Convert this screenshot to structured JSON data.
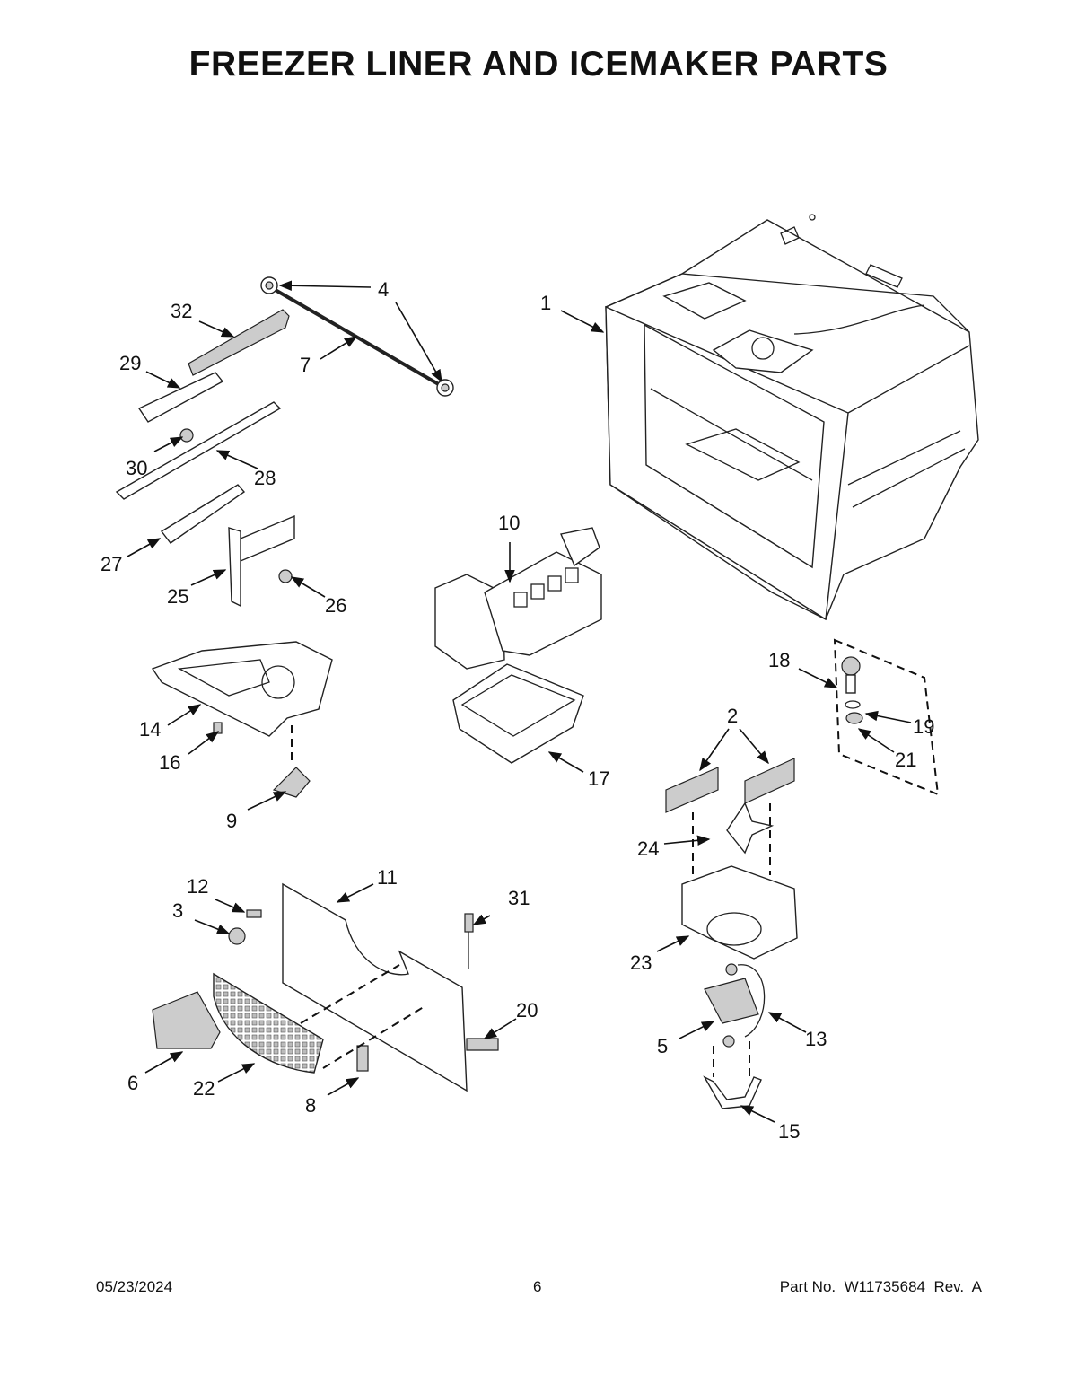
{
  "title": "FREEZER LINER AND ICEMAKER PARTS",
  "callouts": [
    {
      "label": "1"
    },
    {
      "label": "2"
    },
    {
      "label": "3"
    },
    {
      "label": "4"
    },
    {
      "label": "5"
    },
    {
      "label": "6"
    },
    {
      "label": "7"
    },
    {
      "label": "8"
    },
    {
      "label": "9"
    },
    {
      "label": "10"
    },
    {
      "label": "11"
    },
    {
      "label": "12"
    },
    {
      "label": "13"
    },
    {
      "label": "14"
    },
    {
      "label": "15"
    },
    {
      "label": "16"
    },
    {
      "label": "17"
    },
    {
      "label": "18"
    },
    {
      "label": "19"
    },
    {
      "label": "20"
    },
    {
      "label": "21"
    },
    {
      "label": "22"
    },
    {
      "label": "23"
    },
    {
      "label": "24"
    },
    {
      "label": "25"
    },
    {
      "label": "26"
    },
    {
      "label": "27"
    },
    {
      "label": "28"
    },
    {
      "label": "29"
    },
    {
      "label": "30"
    },
    {
      "label": "31"
    },
    {
      "label": "32"
    }
  ],
  "footer": {
    "date": "05/23/2024",
    "page": "6",
    "part_number": "Part No.  W11735684  Rev.  A"
  }
}
